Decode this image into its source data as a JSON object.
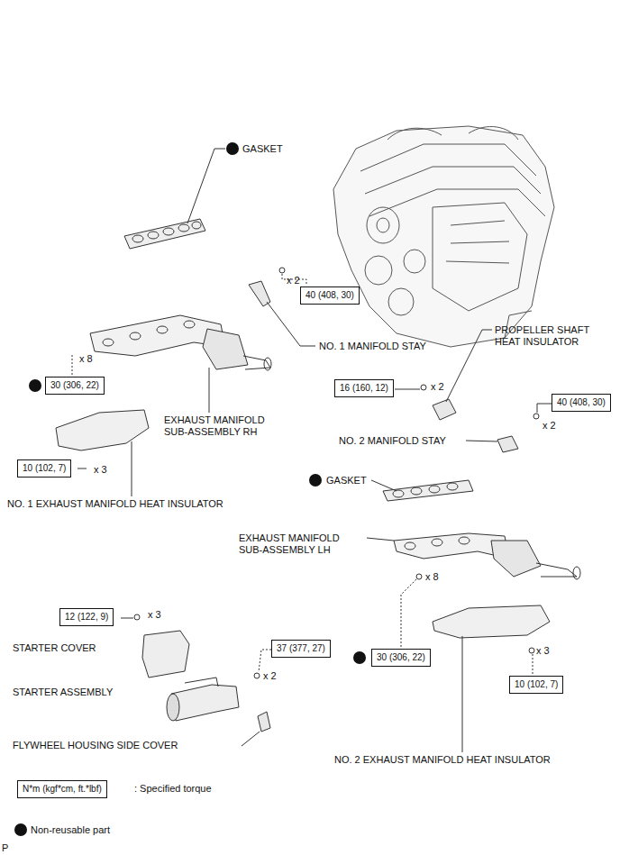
{
  "diagram": {
    "nodes": [
      {
        "text": [
          "40 (408, 30)"
        ]
      },
      {
        "text": [
          "30 (306, 22)"
        ]
      },
      {
        "text": [
          "16 (160, 12)"
        ]
      },
      {
        "text": [
          "40 (408, 30)"
        ]
      },
      {
        "text": [
          "10 (102, 7)"
        ]
      },
      {
        "text": [
          "12 (122, 9)"
        ]
      },
      {
        "text": [
          "37 (377, 27)"
        ]
      },
      {
        "text": [
          "30 (306, 22)"
        ]
      },
      {
        "text": [
          "10 (102, 7)"
        ]
      },
      {
        "text": [
          "N*m (kgf*cm, ft.*lbf)"
        ]
      }
    ],
    "edges": [],
    "labels": [
      "GASKET",
      "x 2",
      "NO. 1 MANIFOLD STAY",
      "PROPELLER SHAFT HEAT INSULATOR",
      "x 8",
      "EXHAUST MANIFOLD SUB-ASSEMBLY RH",
      "x 2",
      "x 2",
      "NO. 2 MANIFOLD STAY",
      "NO. 1 EXHAUST MANIFOLD HEAT INSULATOR",
      "x 3",
      "GASKET",
      "EXHAUST MANIFOLD SUB-ASSEMBLY LH",
      "x 8",
      "x 3",
      "STARTER COVER",
      "STARTER ASSEMBLY",
      "x 2",
      "x 3",
      "FLYWHEEL HOUSING SIDE COVER",
      "NO. 2 EXHAUST MANIFOLD HEAT INSULATOR",
      "P"
    ],
    "legend": [
      {
        "text": ": Specified torque"
      },
      {
        "text": "Non-reusable part"
      }
    ]
  }
}
